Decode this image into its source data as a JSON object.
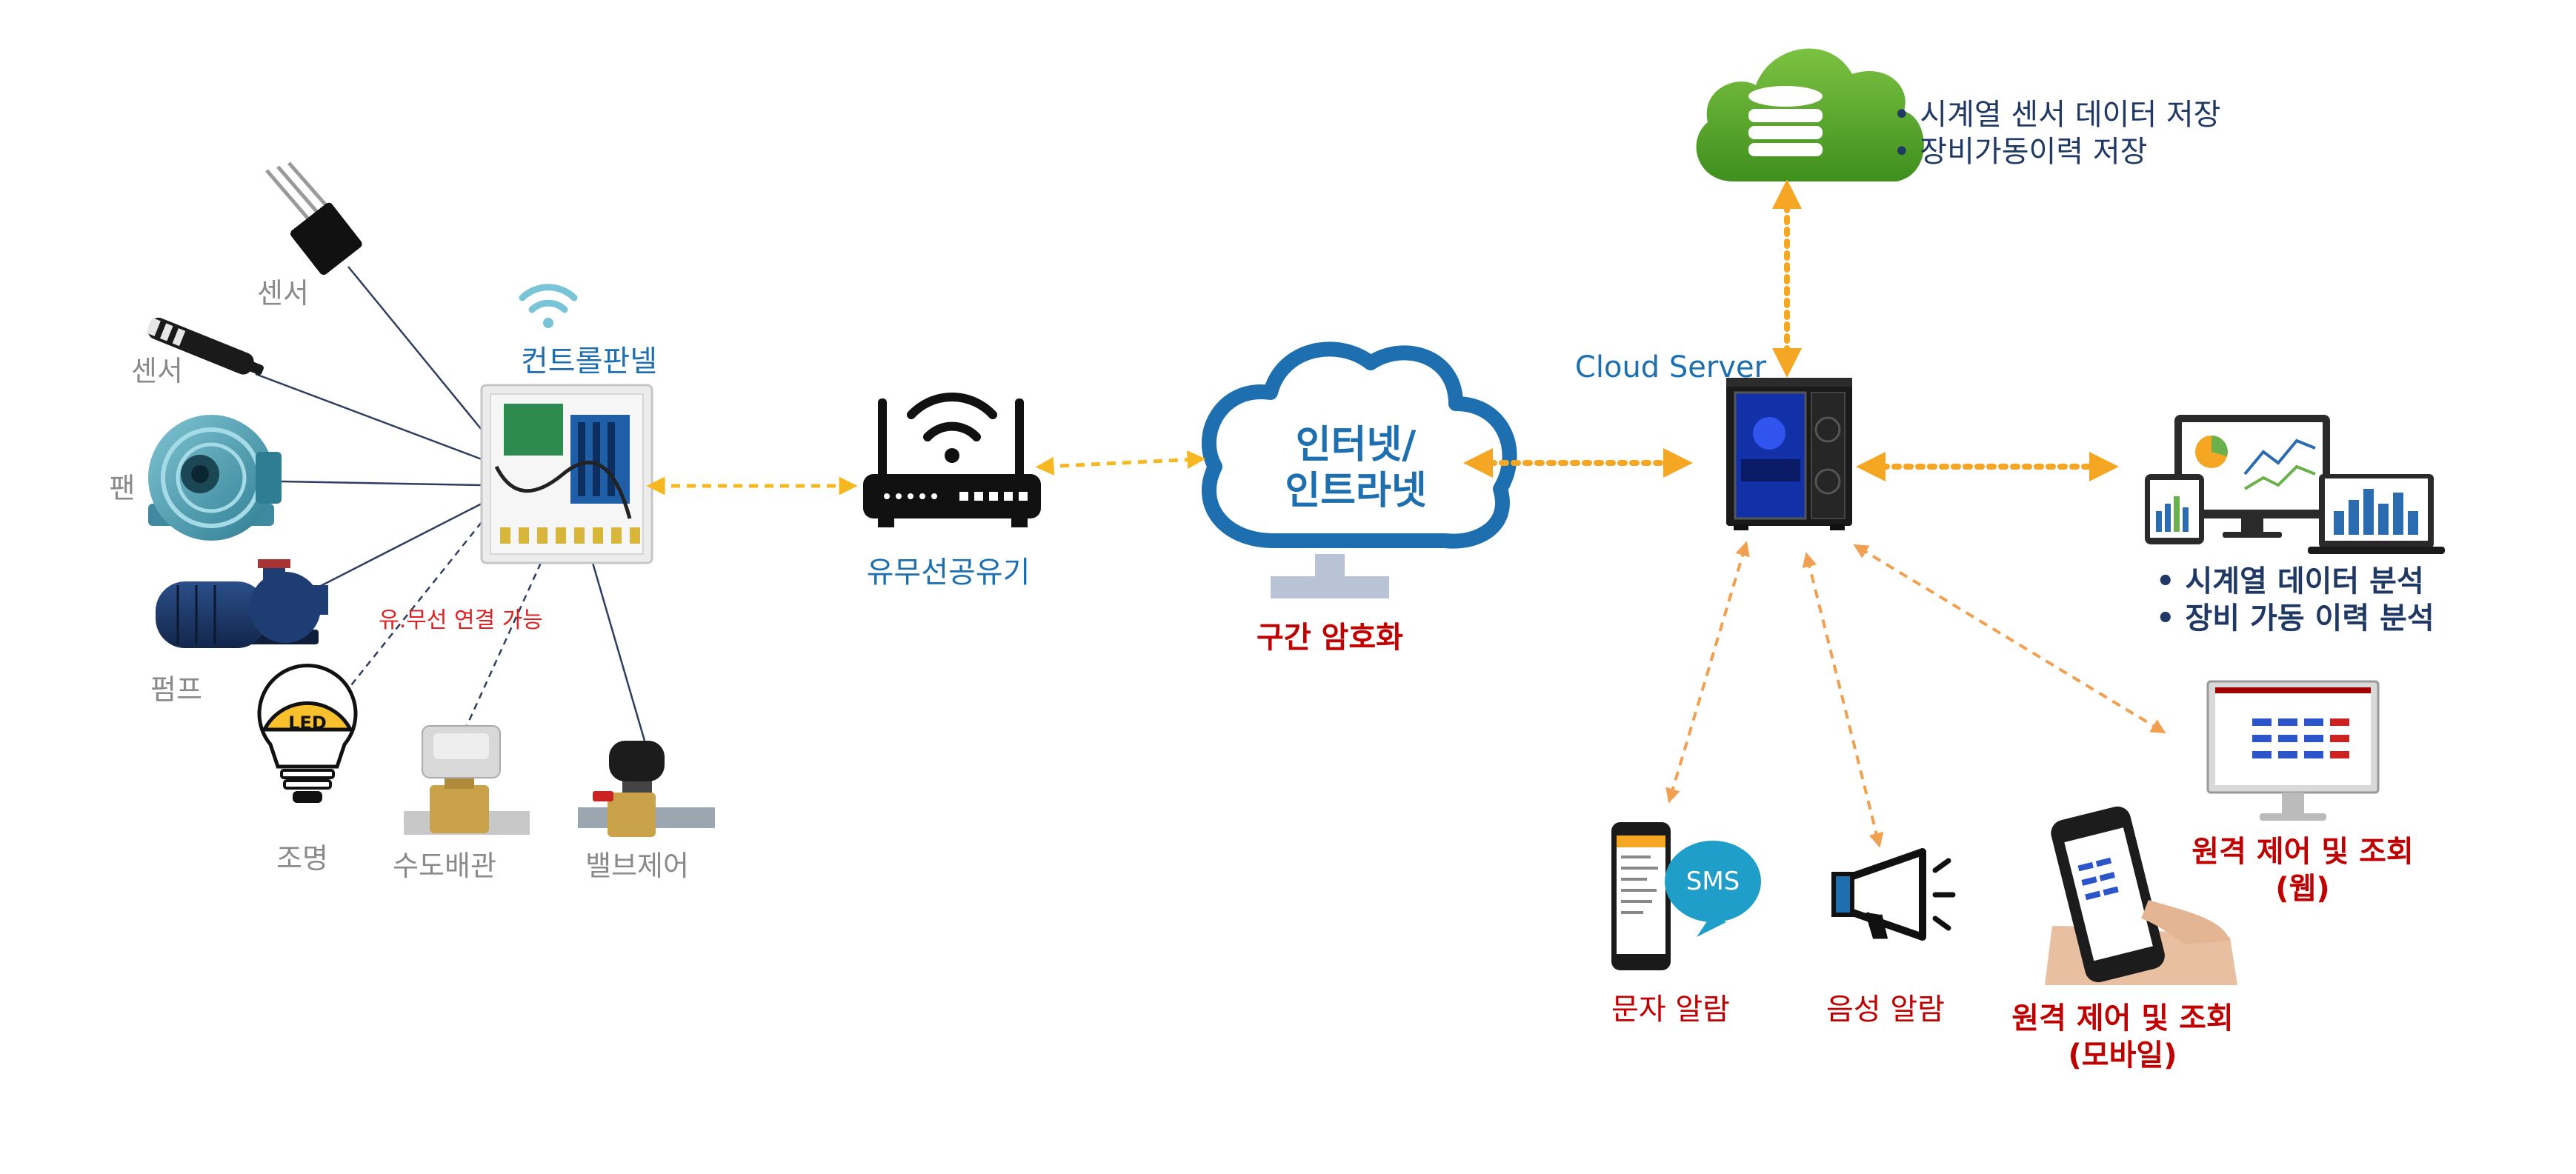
{
  "devices": {
    "sensor1_label": "센서",
    "sensor2_label": "센서",
    "fan_label": "팬",
    "pump_label": "펌프",
    "led_badge": "LED",
    "light_label": "조명",
    "water_pipe_label": "수도배관",
    "valve_label": "밸브제어",
    "wired_wireless_note": "유.무선 연결 가능"
  },
  "control_panel": {
    "label": "컨트롤판넬"
  },
  "router": {
    "label": "유무선공유기"
  },
  "internet": {
    "line1": "인터넷/",
    "line2": "인트라넷",
    "encryption_label": "구간 암호화"
  },
  "cloud_storage": {
    "bullets": [
      "• 시계열 센서 데이터 저장",
      "• 장비가동이력 저장"
    ]
  },
  "server": {
    "label": "Cloud Server"
  },
  "analytics": {
    "bullets": [
      "• 시계열 데이터 분석",
      "• 장비 가동 이력 분석"
    ]
  },
  "alerts": {
    "sms_badge": "SMS",
    "sms_label": "문자 알람",
    "voice_label": "음성 알람"
  },
  "remote": {
    "web_line1": "원격 제어 및 조회",
    "web_line2": "(웹)",
    "mobile_line1": "원격 제어 및 조회",
    "mobile_line2": "(모바일)"
  },
  "colors": {
    "orange_arrow": "#f5a623",
    "device_line": "#2f3e60",
    "cloud_blue": "#1e6fb0",
    "storage_green": "#5aa830",
    "accent_red": "#c00000",
    "navy_text": "#1f3864"
  }
}
